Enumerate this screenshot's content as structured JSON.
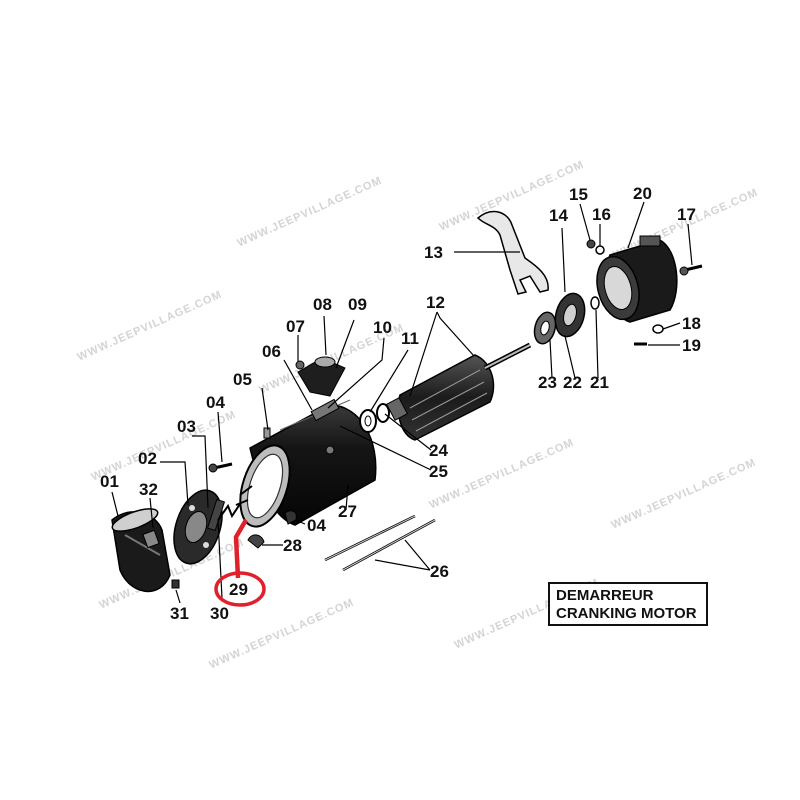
{
  "watermark": "WWW.JEEPVILLAGE.COM",
  "title": {
    "line1": "DEMARREUR",
    "line2": "CRANKING MOTOR"
  },
  "highlight_color": "#e0202a",
  "highlighted_part": "29",
  "parts": [
    {
      "id": "p01",
      "label": "01"
    },
    {
      "id": "p02",
      "label": "02"
    },
    {
      "id": "p03",
      "label": "03"
    },
    {
      "id": "p04a",
      "label": "04"
    },
    {
      "id": "p04b",
      "label": "04"
    },
    {
      "id": "p05",
      "label": "05"
    },
    {
      "id": "p06",
      "label": "06"
    },
    {
      "id": "p07",
      "label": "07"
    },
    {
      "id": "p08",
      "label": "08"
    },
    {
      "id": "p09",
      "label": "09"
    },
    {
      "id": "p10",
      "label": "10"
    },
    {
      "id": "p11",
      "label": "11"
    },
    {
      "id": "p12",
      "label": "12"
    },
    {
      "id": "p13",
      "label": "13"
    },
    {
      "id": "p14",
      "label": "14"
    },
    {
      "id": "p15",
      "label": "15"
    },
    {
      "id": "p16",
      "label": "16"
    },
    {
      "id": "p17",
      "label": "17"
    },
    {
      "id": "p18",
      "label": "18"
    },
    {
      "id": "p19",
      "label": "19"
    },
    {
      "id": "p20",
      "label": "20"
    },
    {
      "id": "p21",
      "label": "21"
    },
    {
      "id": "p22",
      "label": "22"
    },
    {
      "id": "p23",
      "label": "23"
    },
    {
      "id": "p24",
      "label": "24"
    },
    {
      "id": "p25",
      "label": "25"
    },
    {
      "id": "p26",
      "label": "26"
    },
    {
      "id": "p27",
      "label": "27"
    },
    {
      "id": "p28",
      "label": "28"
    },
    {
      "id": "p29",
      "label": "29"
    },
    {
      "id": "p30",
      "label": "30"
    },
    {
      "id": "p31",
      "label": "31"
    },
    {
      "id": "p32",
      "label": "32"
    }
  ]
}
